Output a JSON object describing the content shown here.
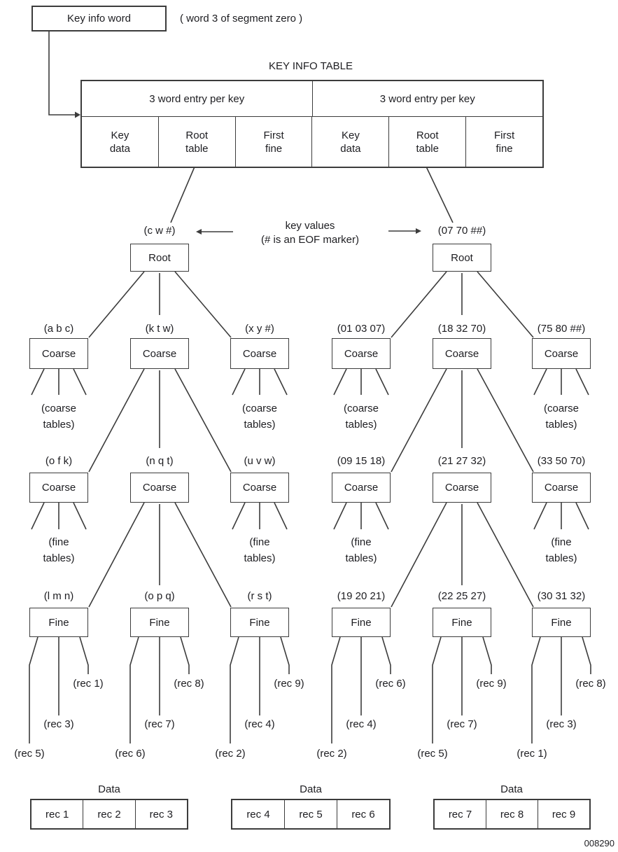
{
  "colors": {
    "ink": "#1d1d21",
    "line": "#3c3c3c",
    "background": "#ffffff"
  },
  "header": {
    "key_info_word": "Key info word",
    "segment_note": "( word 3 of segment zero )"
  },
  "key_table": {
    "title": "KEY INFO TABLE",
    "group_headers": [
      "3 word entry per key",
      "3 word entry per key"
    ],
    "cells": [
      {
        "line1": "Key",
        "line2": "data"
      },
      {
        "line1": "Root",
        "line2": "table"
      },
      {
        "line1": "First",
        "line2": "fine"
      },
      {
        "line1": "Key",
        "line2": "data"
      },
      {
        "line1": "Root",
        "line2": "table"
      },
      {
        "line1": "First",
        "line2": "fine"
      }
    ]
  },
  "annotation": {
    "line1": "key values",
    "line2": "(# is an EOF marker)"
  },
  "trees": [
    {
      "root_tag": "(c w #)",
      "root_label": "Root",
      "coarse1": [
        {
          "tag": "(a b c)",
          "label": "Coarse"
        },
        {
          "tag": "(k t w)",
          "label": "Coarse"
        },
        {
          "tag": "(x y #)",
          "label": "Coarse"
        }
      ],
      "coarse1_note": {
        "line1": "(coarse",
        "line2": "tables)"
      },
      "coarse2": [
        {
          "tag": "(o f k)",
          "label": "Coarse"
        },
        {
          "tag": "(n q t)",
          "label": "Coarse"
        },
        {
          "tag": "(u v w)",
          "label": "Coarse"
        }
      ],
      "coarse2_note": {
        "line1": "(fine",
        "line2": "tables)"
      },
      "fine": [
        {
          "tag": "(l m n)",
          "label": "Fine",
          "rec_right": "(rec 1)",
          "rec_middle": "(rec 3)",
          "rec_left": "(rec 5)"
        },
        {
          "tag": "(o p q)",
          "label": "Fine",
          "rec_right": "(rec 8)",
          "rec_middle": "(rec 7)",
          "rec_left": "(rec 6)"
        },
        {
          "tag": "(r s t)",
          "label": "Fine",
          "rec_right": "(rec 9)",
          "rec_middle": "(rec 4)",
          "rec_left": "(rec 2)"
        }
      ]
    },
    {
      "root_tag": "(07 70 ##)",
      "root_label": "Root",
      "coarse1": [
        {
          "tag": "(01 03 07)",
          "label": "Coarse"
        },
        {
          "tag": "(18 32 70)",
          "label": "Coarse"
        },
        {
          "tag": "(75 80 ##)",
          "label": "Coarse"
        }
      ],
      "coarse1_note": {
        "line1": "(coarse",
        "line2": "tables)"
      },
      "coarse2": [
        {
          "tag": "(09 15 18)",
          "label": "Coarse"
        },
        {
          "tag": "(21 27 32)",
          "label": "Coarse"
        },
        {
          "tag": "(33 50 70)",
          "label": "Coarse"
        }
      ],
      "coarse2_note": {
        "line1": "(fine",
        "line2": "tables)"
      },
      "fine": [
        {
          "tag": "(19 20 21)",
          "label": "Fine",
          "rec_right": "(rec 6)",
          "rec_middle": "(rec 4)",
          "rec_left": "(rec 2)"
        },
        {
          "tag": "(22 25 27)",
          "label": "Fine",
          "rec_right": "(rec 9)",
          "rec_middle": "(rec 7)",
          "rec_left": "(rec 5)"
        },
        {
          "tag": "(30 31 32)",
          "label": "Fine",
          "rec_right": "(rec 8)",
          "rec_middle": "(rec 3)",
          "rec_left": "(rec 1)"
        }
      ]
    }
  ],
  "data_tables": [
    {
      "title": "Data",
      "cells": [
        "rec 1",
        "rec 2",
        "rec 3"
      ]
    },
    {
      "title": "Data",
      "cells": [
        "rec 4",
        "rec 5",
        "rec 6"
      ]
    },
    {
      "title": "Data",
      "cells": [
        "rec 7",
        "rec 8",
        "rec 9"
      ]
    }
  ],
  "figure_number": "008290"
}
